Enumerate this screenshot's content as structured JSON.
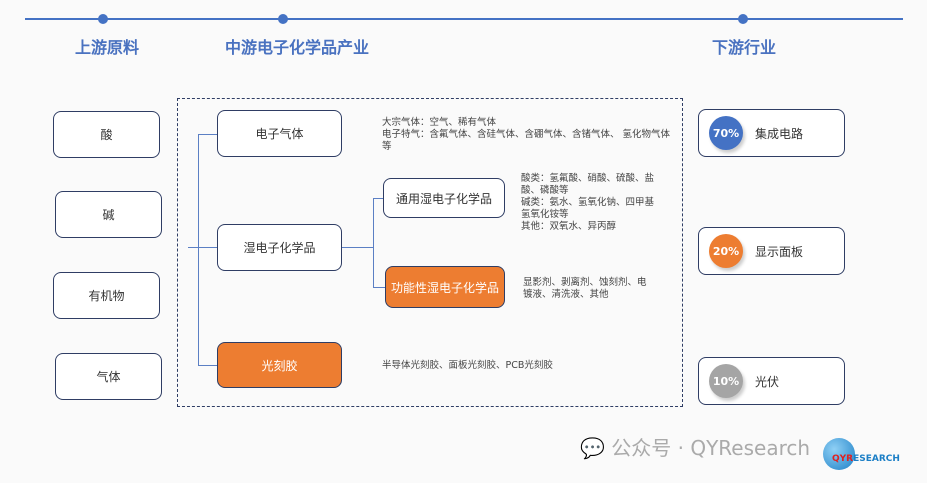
{
  "headers": {
    "upstream": "上游原料",
    "midstream": "中游电子化学品产业",
    "downstream": "下游行业"
  },
  "upstream": [
    "酸",
    "碱",
    "有机物",
    "气体"
  ],
  "midstream": {
    "gas": {
      "label": "电子气体",
      "notes": [
        "大宗气体：空气、稀有气体",
        "电子特气：含氟气体、含硅气体、含硼气体、含锗气体、 氢化物气体等"
      ]
    },
    "wet": {
      "label": "湿电子化学品",
      "general": {
        "label": "通用湿电子化学品",
        "notes": [
          "酸类：氢氟酸、硝酸、硫酸、盐酸、磷酸等",
          "碱类：氨水、氢氧化钠、四甲基氢氧化铵等",
          "其他：双氧水、异丙醇"
        ]
      },
      "functional": {
        "label": "功能性湿电子化学品",
        "notes": [
          "显影剂、剥离剂、蚀刻剂、电镀液、清洗液、其他"
        ]
      }
    },
    "photoresist": {
      "label": "光刻胶",
      "notes": [
        "半导体光刻胶、面板光刻胶、PCB光刻胶"
      ]
    }
  },
  "downstream": [
    {
      "pct": "70%",
      "label": "集成电路",
      "color": "#4472c4"
    },
    {
      "pct": "20%",
      "label": "显示面板",
      "color": "#ed7d31"
    },
    {
      "pct": "10%",
      "label": "光伏",
      "color": "#a5a5a5"
    }
  ],
  "watermark": {
    "text": "公众号 · QYResearch",
    "logo": "QYRESEARCH"
  }
}
